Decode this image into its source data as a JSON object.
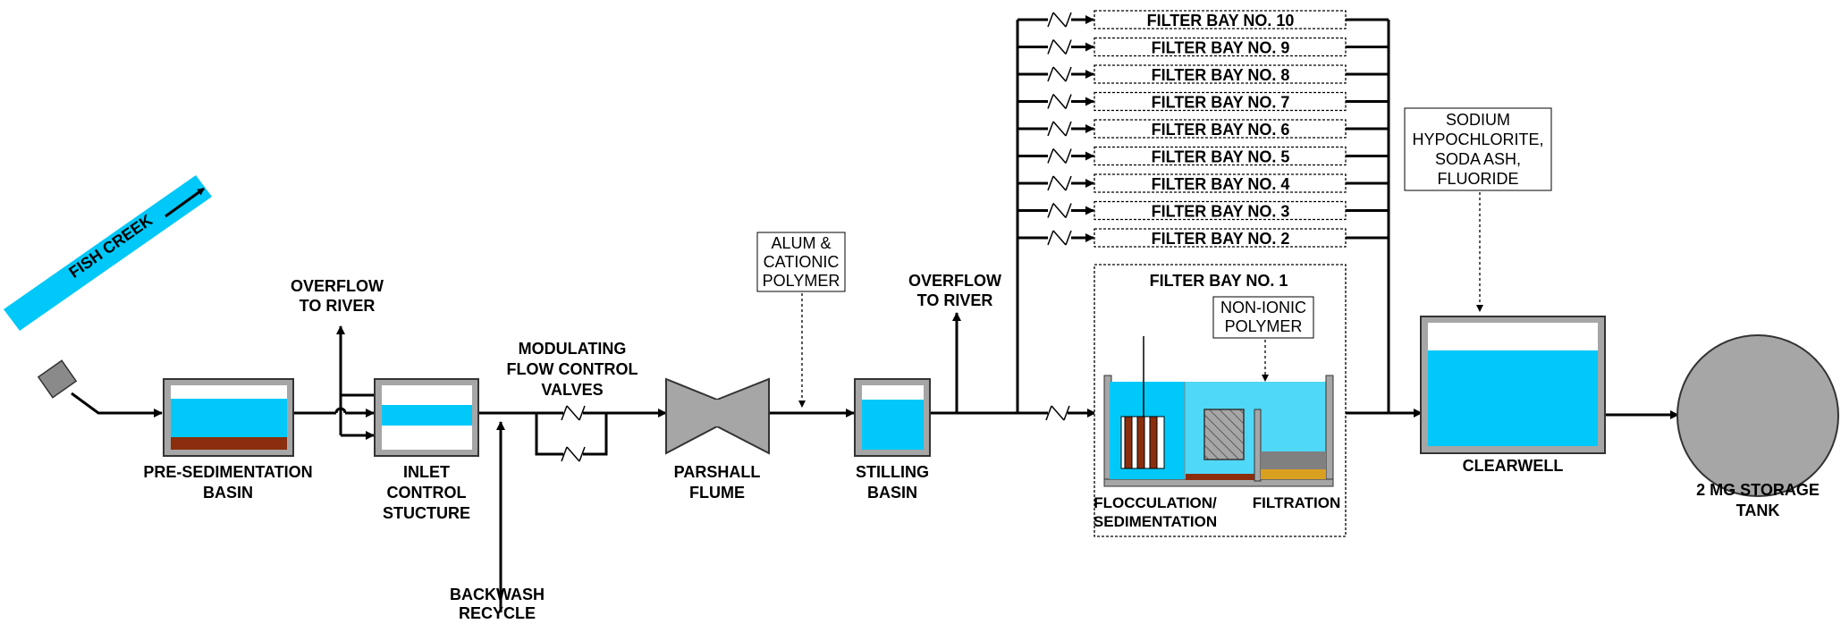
{
  "creek_label": "FISH CREEK",
  "labels": {
    "presed": [
      "PRE-SEDIMENTATION",
      "BASIN"
    ],
    "overflow1": [
      "OVERFLOW",
      "TO RIVER"
    ],
    "inlet": [
      "INLET",
      "CONTROL",
      "STUCTURE"
    ],
    "valves": [
      "MODULATING",
      "FLOW CONTROL",
      "VALVES"
    ],
    "backwash": [
      "BACKWASH",
      "RECYCLE"
    ],
    "parshall": [
      "PARSHALL",
      "FLUME"
    ],
    "alum": [
      "ALUM &",
      "CATIONIC",
      "POLYMER"
    ],
    "stilling": [
      "STILLING",
      "BASIN"
    ],
    "overflow2": [
      "OVERFLOW",
      "TO RIVER"
    ],
    "filter1": "FILTER BAY NO. 1",
    "nonionic": [
      "NON-IONIC",
      "POLYMER"
    ],
    "flocsed": [
      "FLOCCULATION/",
      "SEDIMENTATION"
    ],
    "filtration": "FILTRATION",
    "chem": [
      "SODIUM",
      "HYPOCHLORITE,",
      "SODA ASH,",
      "FLUORIDE"
    ],
    "clearwell": "CLEARWELL",
    "storage": [
      "2 MG STORAGE",
      "TANK"
    ]
  },
  "filter_bays": [
    "FILTER BAY NO. 10",
    "FILTER BAY NO. 9",
    "FILTER BAY NO. 8",
    "FILTER BAY NO. 7",
    "FILTER BAY NO. 6",
    "FILTER BAY NO. 5",
    "FILTER BAY NO. 4",
    "FILTER BAY NO. 3",
    "FILTER BAY NO. 2"
  ],
  "colors": {
    "water": "#00c8f8",
    "water_light": "#4fd8f8",
    "sludge": "#8b2e0e",
    "sand": "#d9a020",
    "media_gray": "#808080",
    "equipment_gray": "#a6a6a6"
  }
}
